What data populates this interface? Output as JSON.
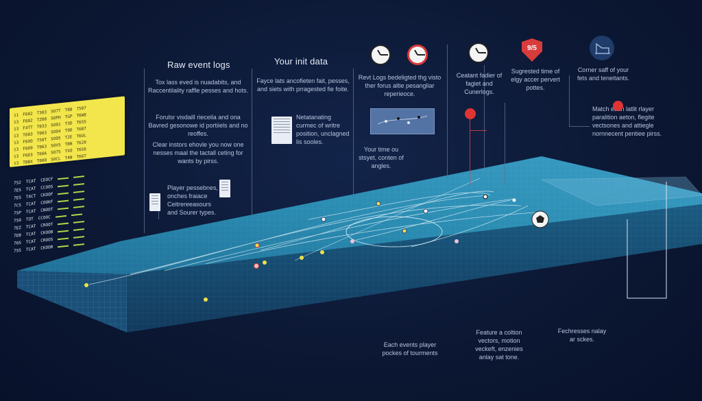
{
  "sections": {
    "raw_event_logs": {
      "title": "Raw event logs",
      "para1": "Tox lass eved is nuadabits, and Raccentilality raffle pesses and hots.",
      "para2": "Forulsr visdaill rieceila and ona Bavred gesonowe id portiiels and no reoffes.",
      "para3": "Clear instors ehovle you now one nesses maal the tactall ceting for wants by pirss.",
      "para4": "Player pessebnes, onches fraiace Ceitrereeasours and Sourer types."
    },
    "your_init_data": {
      "title": "Your init data",
      "para1": "Fayce lats ancofieten fait, pesses, and siets with prragested fie foite.",
      "para2": "Netatanating curmec of writre position, unclagned lis sooles."
    },
    "revt_logs": {
      "para1": "Revt Logs bedeligted thg visto ther forus altie pesangliar reperieoce.",
      "para2": "Your time ou stsyet, conten of angles."
    },
    "custom_tracker": {
      "para1": "Ceatant fadier of fagiet and Cunerlogs."
    },
    "suggested_time": {
      "badge": "9/5",
      "para1": "Sugrested time of elgy accer pervert pottes."
    },
    "corner_self": {
      "para1": "Corner saff of your fets and teneitants."
    },
    "match": {
      "para1": "Match        each latlit rlayer paralition aeton, flegite vectsones and attiegle nornnecent pentiee pirss."
    },
    "bottom": {
      "each_events": "Each events player pockes of tourments",
      "feature": "Feature a coltion vectors, motion veckeft, enzenies anlay sat tone.",
      "fechresses": "Fechresses nalay ar sckes."
    }
  },
  "log_card_rows": [
    [
      "11",
      "F602",
      "T303",
      "SO7T",
      "T8B",
      "7507"
    ],
    [
      "13",
      "F602",
      "TZ00",
      "SOPH",
      "TGP",
      "T6W8"
    ],
    [
      "13",
      "F4TT",
      "T033",
      "SO01",
      "T3D",
      "T6SS"
    ],
    [
      "13",
      "T603",
      "T003",
      "SO04",
      "T9D",
      "T6B7"
    ],
    [
      "13",
      "F6OO",
      "T50T",
      "SO05",
      "T2E",
      "T6UL"
    ],
    [
      "13",
      "F6D9",
      "T063",
      "SOVS",
      "TBN",
      "T620"
    ],
    [
      "13",
      "F6D3",
      "T60A",
      "SO7S",
      "TXO",
      "T6S6"
    ],
    [
      "13",
      "TBBX",
      "T000",
      "SOCL",
      "T4N",
      "T66T"
    ]
  ],
  "log_table_rows": [
    [
      "7S2",
      "TCAT",
      "CEOCF"
    ],
    [
      "7ES",
      "TCAT",
      "CCOOS"
    ],
    [
      "7ES",
      "TACT",
      "CKOOF"
    ],
    [
      "7CS",
      "TCAT",
      "COOKF"
    ],
    [
      "7SP",
      "TCAT",
      "CNOOT"
    ],
    [
      "7S9",
      "TOT",
      "CCOOC"
    ],
    [
      "7EZ",
      "TCAT",
      "CROOT"
    ],
    [
      "7EB",
      "TCAT",
      "CKOOB"
    ],
    [
      "76S",
      "TCAT",
      "CROOS"
    ],
    [
      "7SS",
      "TCAT",
      "CKOOR"
    ]
  ],
  "colors": {
    "background": "#0c1834",
    "pitch": "#2e8fb4",
    "log_card": "#f2e64c",
    "accent_red": "#e03434"
  },
  "icons": [
    "clock-icon",
    "clock-red-icon",
    "clock-icon",
    "shield-icon",
    "graph-tile-icon",
    "football-icon"
  ]
}
